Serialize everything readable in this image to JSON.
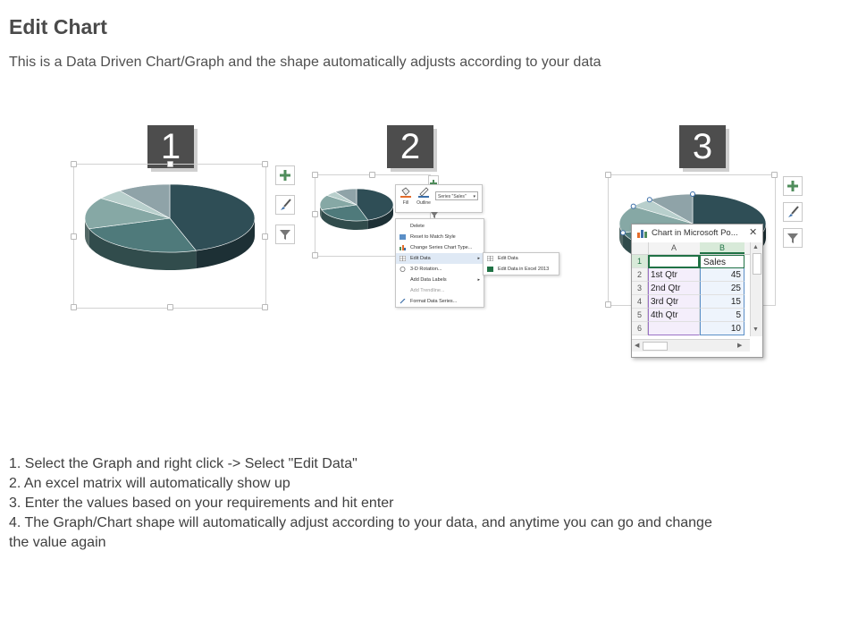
{
  "header": {
    "title": "Edit Chart",
    "subtitle": "This is a Data Driven Chart/Graph and the shape automatically adjusts according to your data"
  },
  "steps": [
    {
      "number": "1"
    },
    {
      "number": "2"
    },
    {
      "number": "3"
    }
  ],
  "side_buttons": [
    "plus-icon",
    "brush-icon",
    "filter-icon"
  ],
  "format_toolbar": {
    "fill_label": "Fill",
    "outline_label": "Outline",
    "series_select": "Series \"Sales\""
  },
  "context_menu": {
    "items": [
      {
        "label": "Delete",
        "icon": "delete-icon"
      },
      {
        "label": "Reset to Match Style",
        "icon": "reset-icon"
      },
      {
        "label": "Change Series Chart Type...",
        "icon": "chart-type-icon"
      },
      {
        "label": "Edit Data",
        "icon": "edit-data-icon",
        "submenu": true
      },
      {
        "label": "3-D Rotation...",
        "icon": "rotation-icon"
      },
      {
        "label": "Add Data Labels",
        "icon": "",
        "submenu": true
      },
      {
        "label": "Add Trendline...",
        "icon": "",
        "disabled": true
      },
      {
        "label": "Format Data Series...",
        "icon": "format-icon"
      }
    ],
    "submenu": [
      {
        "label": "Edit Data",
        "icon": "edit-data-icon"
      },
      {
        "label": "Edit Data in Excel 2013",
        "icon": "excel-icon"
      }
    ]
  },
  "excel": {
    "title": "Chart in Microsoft Po...",
    "columns": [
      "A",
      "B"
    ],
    "rows": [
      {
        "num": "1",
        "a": "",
        "b": "Sales"
      },
      {
        "num": "2",
        "a": "1st Qtr",
        "b": "45"
      },
      {
        "num": "3",
        "a": "2nd Qtr",
        "b": "25"
      },
      {
        "num": "4",
        "a": "3rd Qtr",
        "b": "15"
      },
      {
        "num": "5",
        "a": "4th Qtr",
        "b": "5"
      },
      {
        "num": "6",
        "a": "",
        "b": "10"
      }
    ]
  },
  "instructions": [
    "1. Select the Graph and right click -> Select \"Edit Data\"",
    "2. An excel matrix will automatically show up",
    "3. Enter the values based on your requirements and hit enter",
    "4. The Graph/Chart shape will automatically adjust according to your data, and anytime you can go and change",
    "the value again"
  ],
  "chart_data": {
    "type": "pie",
    "categories": [
      "1st Qtr",
      "2nd Qtr",
      "3rd Qtr",
      "4th Qtr",
      ""
    ],
    "values": [
      45,
      25,
      15,
      5,
      10
    ],
    "colors": [
      "#2f4e56",
      "#4f7a7b",
      "#86a8a5",
      "#b8cfcc",
      "#8fa3a8"
    ],
    "title": "",
    "legend": "none"
  }
}
